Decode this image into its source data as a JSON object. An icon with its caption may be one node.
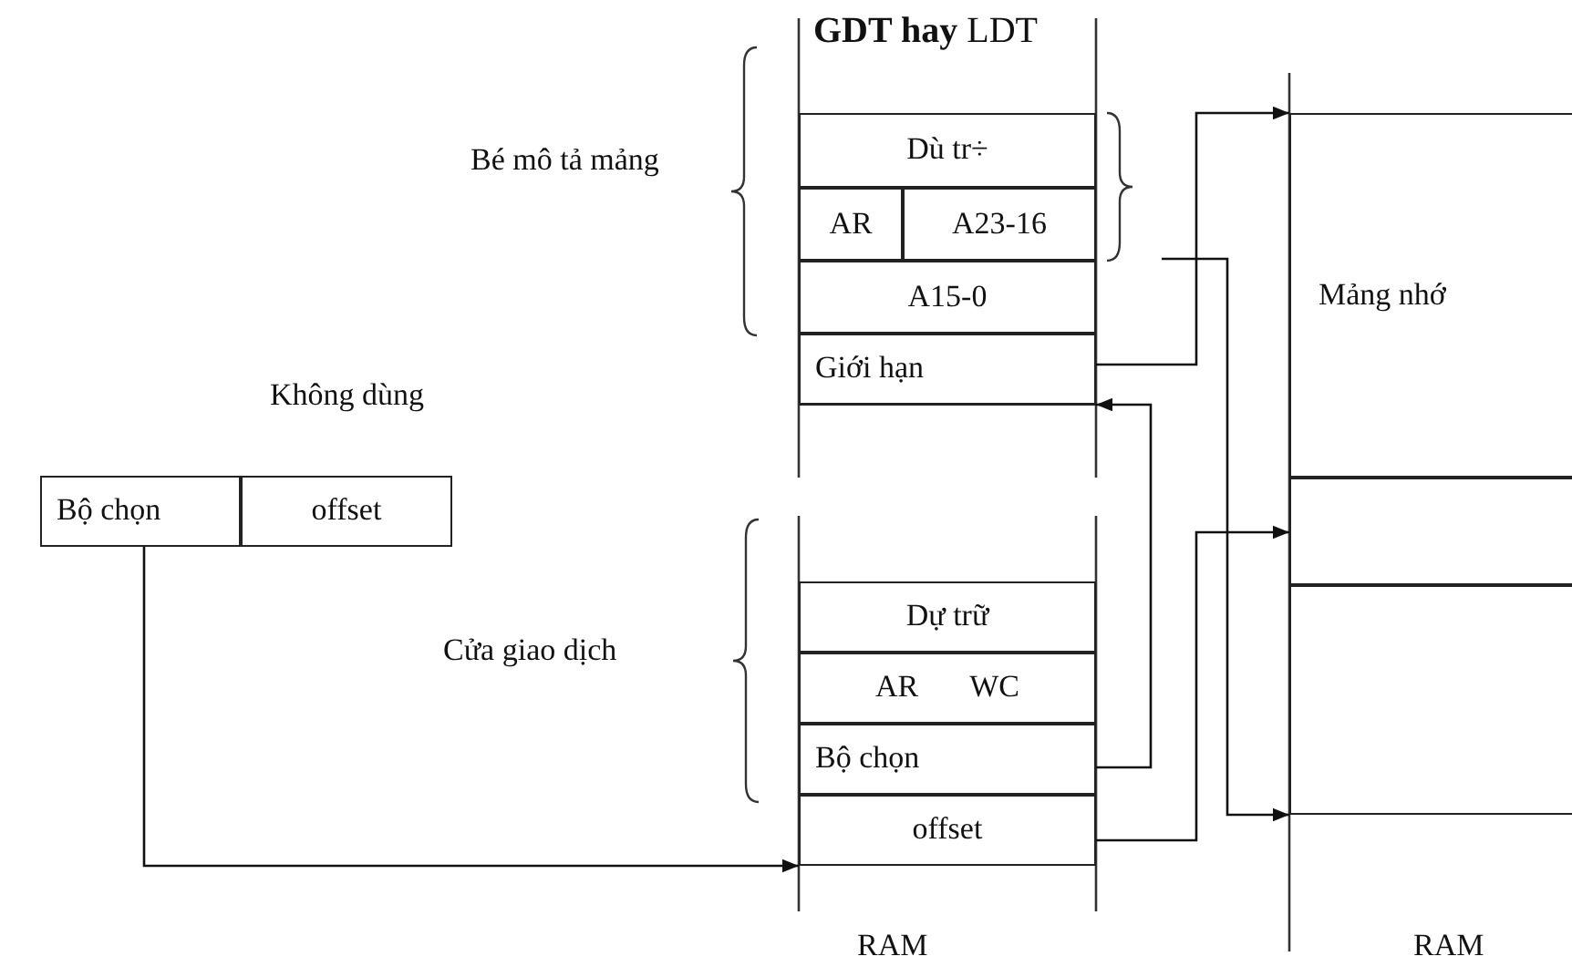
{
  "diagram": {
    "title": "**GDT hay** LDT",
    "nodes": [
      {
        "text": [
          "Dù tr÷"
        ]
      },
      {
        "text": [
          "AR"
        ]
      },
      {
        "text": [
          "A23-16"
        ]
      },
      {
        "text": [
          "A15-0"
        ]
      },
      {
        "text": [
          "Giới hạn"
        ]
      },
      {
        "text": [
          "Bộ chọn"
        ]
      },
      {
        "text": [
          "offset"
        ]
      },
      {
        "text": [
          "Dự trữ"
        ]
      },
      {
        "text": [
          "AR",
          "WC"
        ]
      },
      {
        "text": [
          "Bộ chọn"
        ]
      },
      {
        "text": [
          "offset"
        ]
      },
      {
        "text": [
          "Mảng nhớ"
        ]
      },
      {
        "text": [],
        "shape": "box"
      },
      {
        "text": [],
        "shape": "box"
      }
    ],
    "edges": [
      {
        "from": 4,
        "to": 11,
        "arrow": "to"
      },
      {
        "from": null,
        "to": 13,
        "arrow": "to"
      },
      {
        "from": 9,
        "to": 4,
        "arrow": "to"
      },
      {
        "from": 10,
        "to": 12,
        "arrow": "to"
      },
      {
        "from": 5,
        "to": 10,
        "arrow": "to"
      }
    ],
    "labels": [
      "Bé mô tả mảng",
      "Không dùng",
      "Cửa giao dịch",
      "RAM",
      "RAM"
    ]
  }
}
